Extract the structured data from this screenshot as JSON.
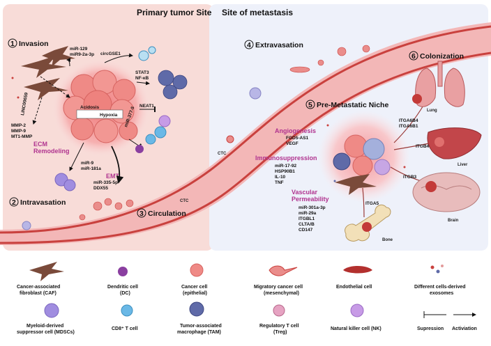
{
  "header": {
    "primary_title": "Primary tumor Site",
    "metastasis_title": "Site of metastasis"
  },
  "steps": [
    {
      "num": "1",
      "label": "Invasion"
    },
    {
      "num": "2",
      "label": "Intravasation"
    },
    {
      "num": "3",
      "label": "Circulation"
    },
    {
      "num": "4",
      "label": "Extravasation"
    },
    {
      "num": "5",
      "label": "Pre-Metastatic Niche"
    },
    {
      "num": "6",
      "label": "Colonization"
    }
  ],
  "primary_site": {
    "mir_129": "miR-129",
    "mir_9_2a": "miR9-2a-3p",
    "circgse1": "circGSE1",
    "stat3": "STAT3",
    "nfkb": "NF-κB",
    "acidosis": "Acidosis",
    "hypoxia": "Hypoxia",
    "linc": "LINC00659",
    "neat1": "NEAT1",
    "mir_377": "miR-377-5",
    "mmp2": "MMP-2",
    "mmp9": "MMP-9",
    "mt1mmp": "MT1-MMP",
    "ecm_1": "ECM",
    "ecm_2": "Remodeling",
    "mir_9": "miR-9",
    "mir_181a": "miR-181a",
    "emt": "EMT",
    "mir_335": "miR-335-5p",
    "ddx55": "DDX55",
    "ctc_1": "CTC",
    "ctc_2": "CTC"
  },
  "niche": {
    "angio_title": "Angiogenesis",
    "angio_1": "FGD5-AS1",
    "angio_2": "VEGF",
    "immuno_title": "Immunosuppression",
    "immuno_1": "miR-17-92",
    "immuno_2": "HSP90B1",
    "immuno_3": "IL-10",
    "immuno_4": "TNF",
    "vasc_title_1": "Vascular",
    "vasc_title_2": "Permeability",
    "vasc_1": "miR-301a-3p",
    "vasc_2": "miR-29a",
    "vasc_3": "ITGBL1",
    "vasc_4": "CLTA/B",
    "vasc_5": "CD147",
    "itga6b4": "ITGA6B4",
    "itga6b1": "ITGA6B1",
    "itgb4": "ITGB4",
    "itgb3": "ITGB3",
    "itga5": "ITGA5"
  },
  "organs": {
    "lung": "Lung",
    "liver": "Liver",
    "brain": "Brain",
    "bone": "Bone"
  },
  "legend": {
    "caf_1": "Cancer-associated",
    "caf_2": "fibroblast (CAF)",
    "dc_1": "Dendritic cell",
    "dc_2": "(DC)",
    "cc_1": "Cancer cell",
    "cc_2": "(epithelial)",
    "mig_1": "Migratory cancer cell",
    "mig_2": "(mesenchymal)",
    "endo": "Endothelial cell",
    "exo_1": "Different cells-derived",
    "exo_2": "exosomes",
    "mdsc_1": "Myeloid-derived",
    "mdsc_2": "suppressor cell (MDSCs)",
    "cd8": "CD8⁺ T cell",
    "tam_1": "Tumor-associated",
    "tam_2": "macrophage (TAM)",
    "treg_1": "Regulatory T cell",
    "treg_2": "(Treg)",
    "nk": "Natural killer cell (NK)",
    "suppression": "Supression",
    "activation": "Activiation"
  }
}
